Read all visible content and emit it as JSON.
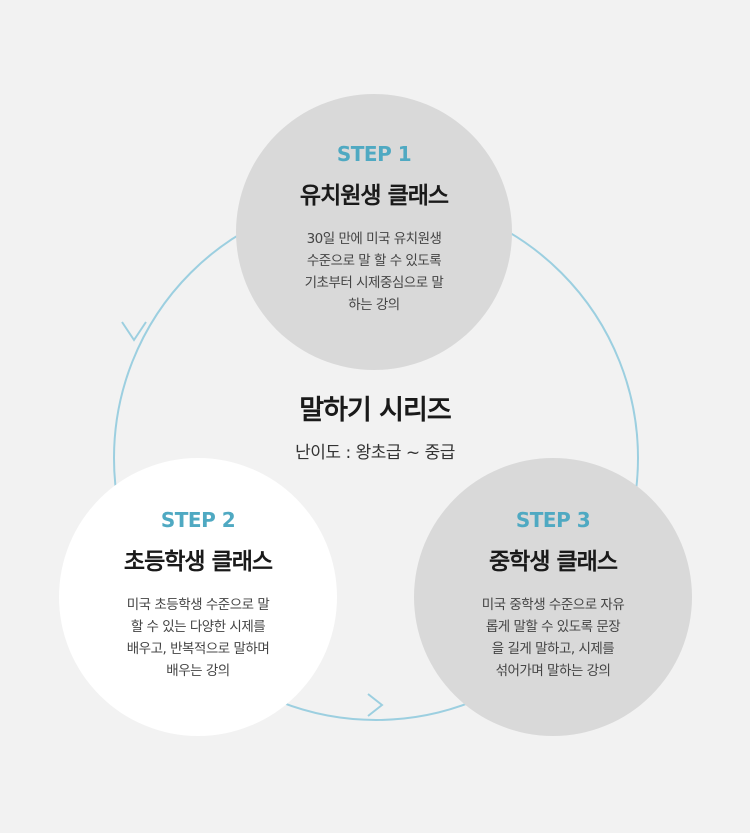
{
  "colors": {
    "accent": "#4fa9c2",
    "ring": "#9ccfe0",
    "circle_gray": "#d9d9d9",
    "circle_white": "#ffffff"
  },
  "center": {
    "title": "말하기 시리즈",
    "subtitle": "난이도 : 왕초급 ~ 중급"
  },
  "steps": [
    {
      "step": "STEP 1",
      "title": "유치원생 클래스",
      "lines": [
        "30일 만에 미국 유치원생",
        "수준으로 말 할 수 있도록",
        "기초부터 시제중심으로 말",
        "하는 강의"
      ]
    },
    {
      "step": "STEP 2",
      "title": "초등학생 클래스",
      "lines": [
        "미국 초등학생 수준으로 말",
        "할 수 있는 다양한 시제를",
        "배우고, 반복적으로 말하며",
        "배우는 강의"
      ]
    },
    {
      "step": "STEP 3",
      "title": "중학생 클래스",
      "lines": [
        "미국 중학생 수준으로 자유",
        "롭게 말할 수 있도록 문장",
        "을 길게 말하고, 시제를",
        "섞어가며 말하는 강의"
      ]
    }
  ]
}
